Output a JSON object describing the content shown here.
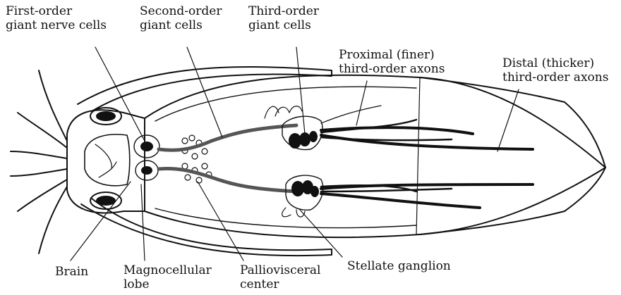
{
  "colors": {
    "background": "#ffffff",
    "ink": "#111111",
    "stipple": "#555555"
  },
  "labels": {
    "first_order": {
      "line1": "First-order",
      "line2": "giant nerve cells"
    },
    "second_order": {
      "line1": "Second-order",
      "line2": "giant cells"
    },
    "third_order": {
      "line1": "Third-order",
      "line2": "giant cells"
    },
    "proximal": {
      "line1": "Proximal (finer)",
      "line2": "third-order axons"
    },
    "distal": {
      "line1": "Distal (thicker)",
      "line2": "third-order axons"
    },
    "brain": {
      "line1": "Brain"
    },
    "magnocellular": {
      "line1": "Magnocellular",
      "line2": "lobe"
    },
    "palliovisceral": {
      "line1": "Palliovisceral",
      "line2": "center"
    },
    "stellate": {
      "line1": "Stellate ganglion"
    }
  }
}
